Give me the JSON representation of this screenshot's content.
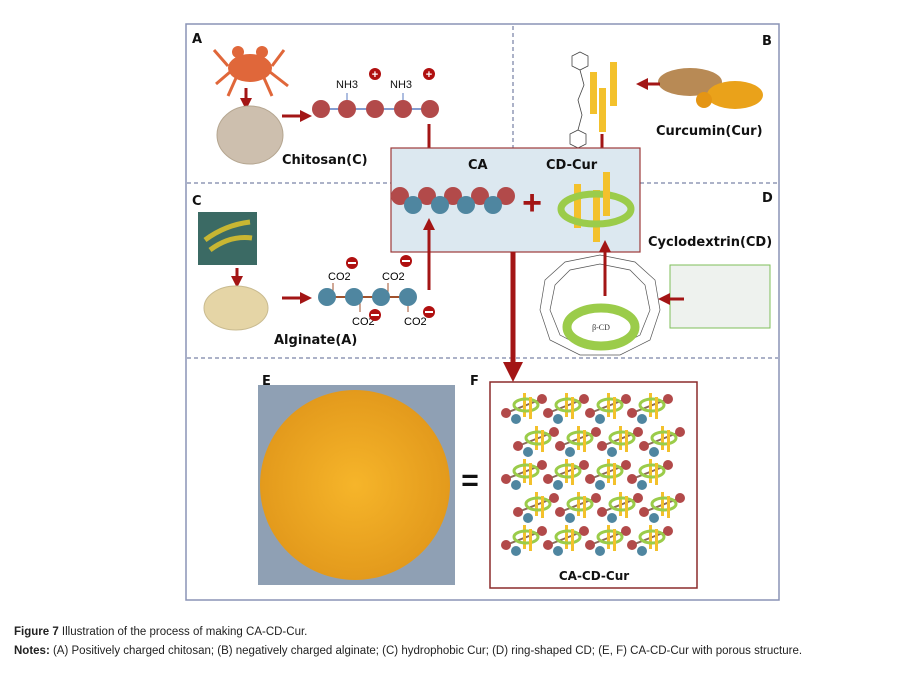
{
  "figure": {
    "panels": {
      "a": "A",
      "b": "B",
      "c": "C",
      "d": "D",
      "e": "E",
      "f": "F"
    },
    "chitosan_label": "Chitosan(C)",
    "nh3": "NH3",
    "curcumin_label": "Curcumin(Cur)",
    "ca_label": "CA",
    "cdcur_label": "CD-Cur",
    "plus": "+",
    "alginate_label": "Alginate(A)",
    "co2": "CO2",
    "cyclodextrin_label": "Cyclodextrin(CD)",
    "beta_cd": "β-CD",
    "equals": "=",
    "result_label": "CA-CD-Cur",
    "colors": {
      "chitosan": "#b24a4a",
      "alginate": "#4f86a0",
      "curcumin": "#f3c12c",
      "cd_ring": "#9bcc4a",
      "arrow": "#a31515",
      "box": "#dce8f0"
    }
  },
  "caption": {
    "title_bold": "Figure 7",
    "title": " Illustration of the process of making CA-CD-Cur.",
    "notes_bold": "Notes:",
    "notes": " (A) Positively charged chitosan; (B) negatively charged alginate; (C) hydrophobic Cur; (D) ring-shaped CD; (E, F) CA-CD-Cur with porous structure."
  }
}
